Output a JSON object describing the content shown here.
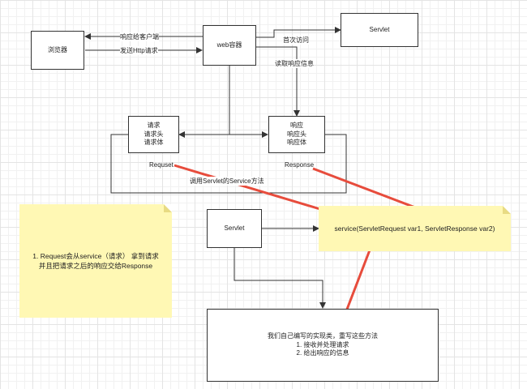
{
  "colors": {
    "arrow_red": "#e74c3c",
    "note_yellow": "#fff8b4",
    "line": "#333333"
  },
  "browser": {
    "label": "浏览器"
  },
  "web_container": {
    "label": "web容器"
  },
  "servlet_top": {
    "label": "Servlet"
  },
  "request_box": {
    "lines": [
      "请求",
      "请求头",
      "请求体"
    ]
  },
  "response_box": {
    "lines": [
      "响应",
      "响应头",
      "响应体"
    ]
  },
  "servlet_mid": {
    "label": "Servlet"
  },
  "edges": {
    "respond_to_client": "响应给客户端",
    "send_http_request": "发送Http请求",
    "first_visit": "首次访问",
    "read_response_info": "读取响应信息",
    "requset": "Requset",
    "response": "Response",
    "call_service": "调用Servlet的Service方法"
  },
  "service_note": {
    "text": "service(ServletRequest var1, ServletResponse var2)"
  },
  "left_note": {
    "lines": [
      "1. Request会从service（请求） 拿到请求",
      "并且把请求之后的响应交给Response"
    ]
  },
  "impl_box": {
    "lines": [
      "我们自己编写的实现类，重写这些方法",
      "1. 接收并处理请求",
      "2. 给出响应的信息"
    ]
  }
}
